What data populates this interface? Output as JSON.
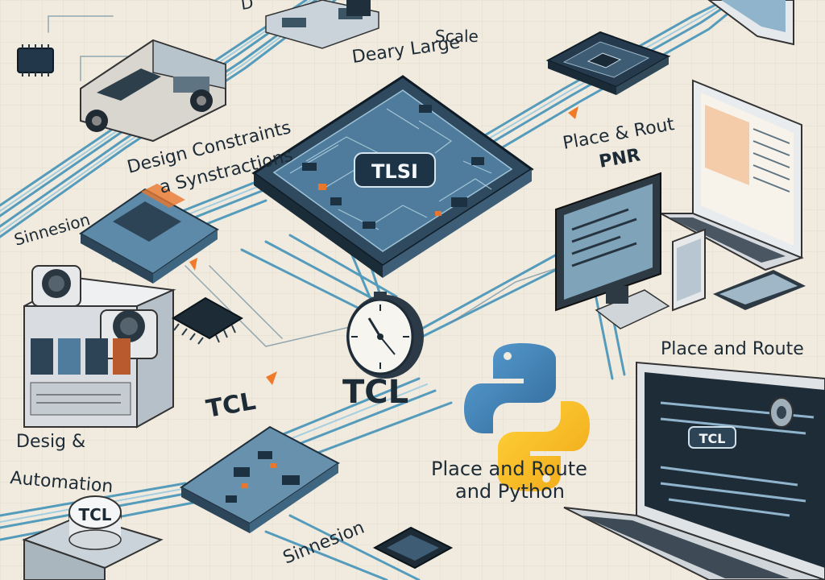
{
  "labels": {
    "top_left": "D",
    "top_right_line1": "Deary Large",
    "top_right_line2": "Scale",
    "design_constraints_line1": "Design Constraints",
    "design_constraints_line2": "a Synstractions",
    "place_rout_line1": "Place & Rout",
    "place_rout_line2": "PNR",
    "sinnesion_left": "Sinnesion",
    "place_and_route_right": "Place and Route",
    "tcl_left": "TCL",
    "tcl_center": "TCL",
    "desig_line1": "Desig &",
    "desig_line2": "Automation",
    "place_route_python_line1": "Place and Route",
    "place_route_python_line2": "and Python",
    "sinnesion_bottom": "Sinnesion"
  },
  "chips": {
    "main": "TLSI",
    "laptop_screen": "TCL",
    "cylinder": "TCL"
  },
  "colors": {
    "background": "#f1ebdf",
    "wire": "#3a8fb7",
    "chip_dark": "#22384a",
    "chip_board": "#4f7c9c",
    "python_blue": "#3a78b5",
    "python_yellow": "#f2b21f",
    "accent_orange": "#f07a2a"
  },
  "icons": [
    "python-logo-icon",
    "stopwatch-icon",
    "laptop-icon",
    "truck-icon",
    "chip-icon",
    "server-icon"
  ]
}
